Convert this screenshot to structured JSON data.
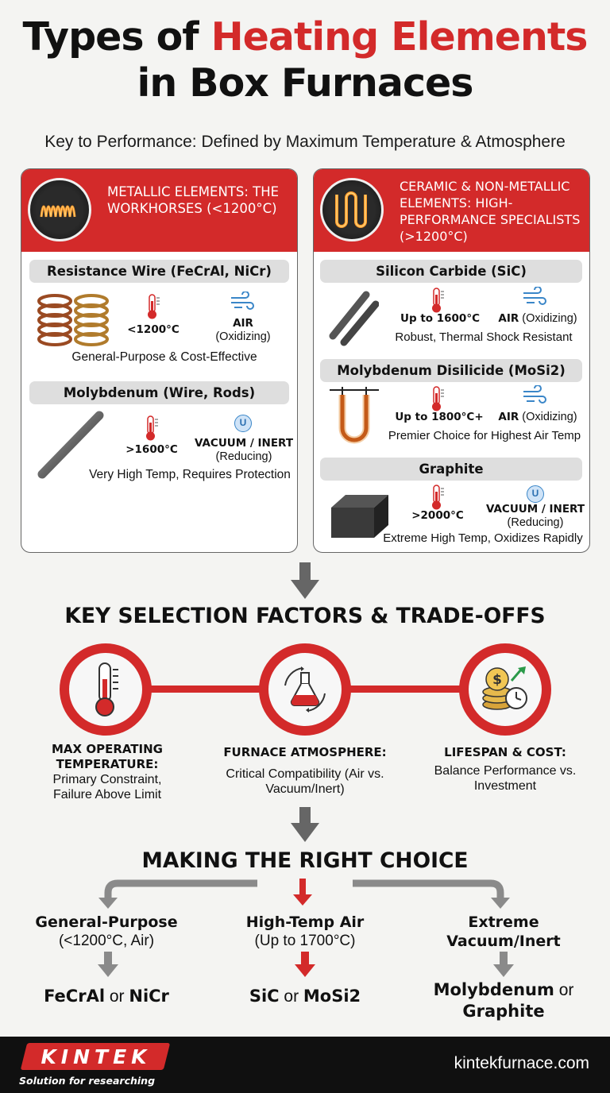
{
  "title": {
    "prefix": "Types of ",
    "highlight": "Heating Elements",
    "line2": "in Box Furnaces"
  },
  "subtitle": "Key to Performance: Defined by Maximum Temperature & Atmosphere",
  "colors": {
    "accent": "#d32a2a",
    "dark": "#111111",
    "pill": "#dedede"
  },
  "metallic": {
    "header": "METALLIC ELEMENTS: THE WORKHORSES (<1200°C)",
    "items": [
      {
        "name": "Resistance Wire (FeCrAl, NiCr)",
        "temp": "<1200°C",
        "atm_main": "AIR",
        "atm_sub": "(Oxidizing)",
        "desc": "General-Purpose & Cost-Effective",
        "icon": "coil-icon"
      },
      {
        "name": "Molybdenum (Wire, Rods)",
        "temp": ">1600°C",
        "atm_main": "VACUUM / INERT",
        "atm_sub": "(Reducing)",
        "desc": "Very High Temp, Requires Protection",
        "icon": "rod-icon"
      }
    ]
  },
  "ceramic": {
    "header": "CERAMIC & NON-METALLIC ELEMENTS: HIGH-PERFORMANCE SPECIALISTS (>1200°C)",
    "items": [
      {
        "name": "Silicon Carbide (SiC)",
        "temp": "Up to 1600°C",
        "atm_main": "AIR",
        "atm_sub": "(Oxidizing)",
        "desc": "Robust, Thermal Shock Resistant",
        "icon": "rods-icon"
      },
      {
        "name": "Molybdenum Disilicide (MoSi2)",
        "temp": "Up to 1800°C+",
        "atm_main": "AIR",
        "atm_sub": "(Oxidizing)",
        "desc": "Premier Choice for Highest Air Temp",
        "icon": "u-element-icon"
      },
      {
        "name": "Graphite",
        "temp": ">2000°C",
        "atm_main": "VACUUM / INERT",
        "atm_sub": "(Reducing)",
        "desc": "Extreme High Temp, Oxidizes Rapidly",
        "icon": "block-icon"
      }
    ]
  },
  "factors": {
    "heading": "KEY SELECTION FACTORS & TRADE-OFFS",
    "items": [
      {
        "title": "MAX OPERATING TEMPERATURE:",
        "text": "Primary Constraint, Failure Above Limit",
        "icon": "thermometer-icon"
      },
      {
        "title": "FURNACE ATMOSPHERE:",
        "text": "Critical Compatibility (Air vs. Vacuum/Inert)",
        "icon": "flask-icon"
      },
      {
        "title": "LIFESPAN & COST:",
        "text": "Balance Performance vs. Investment",
        "icon": "coins-clock-icon"
      }
    ]
  },
  "choice": {
    "heading": "MAKING THE RIGHT CHOICE",
    "options": [
      {
        "title": "General-Purpose",
        "sub": "(<1200°C, Air)",
        "result_a": "FeCrAl",
        "or": " or ",
        "result_b": "NiCr"
      },
      {
        "title": "High-Temp Air",
        "sub": "(Up to 1700°C)",
        "result_a": "SiC",
        "or": " or ",
        "result_b": "MoSi2"
      },
      {
        "title": "Extreme",
        "sub": "Vacuum/Inert",
        "result_a": "Molybdenum",
        "or": " or ",
        "result_b": "Graphite"
      }
    ]
  },
  "footer": {
    "brand": "KINTEK",
    "tagline": "Solution for researching",
    "site": "kintekfurnace.com"
  }
}
